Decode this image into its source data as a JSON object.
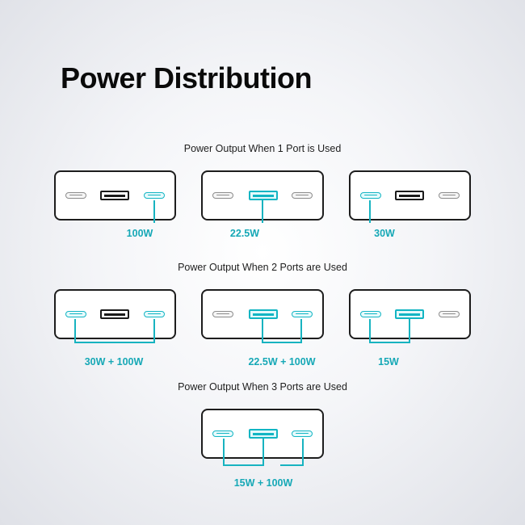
{
  "title": "Power Distribution",
  "colors": {
    "accent": "#16a8b6",
    "outline": "#1d1d1d",
    "inactive_port": "#8c8c8c"
  },
  "sections": [
    {
      "heading": "Power Output When 1 Port is Used",
      "configs": [
        {
          "ports": [
            "usb-c",
            "usb-a",
            "usb-c"
          ],
          "active": [
            false,
            false,
            true
          ],
          "label": "100W"
        },
        {
          "ports": [
            "usb-c",
            "usb-a",
            "usb-c"
          ],
          "active": [
            false,
            true,
            false
          ],
          "label": "22.5W"
        },
        {
          "ports": [
            "usb-c",
            "usb-a",
            "usb-c"
          ],
          "active": [
            true,
            false,
            false
          ],
          "label": "30W"
        }
      ]
    },
    {
      "heading": "Power Output When 2 Ports are Used",
      "configs": [
        {
          "ports": [
            "usb-c",
            "usb-a",
            "usb-c"
          ],
          "active": [
            true,
            false,
            true
          ],
          "label": "30W + 100W"
        },
        {
          "ports": [
            "usb-c",
            "usb-a",
            "usb-c"
          ],
          "active": [
            false,
            true,
            true
          ],
          "label": "22.5W + 100W"
        },
        {
          "ports": [
            "usb-c",
            "usb-a",
            "usb-c"
          ],
          "active": [
            true,
            true,
            false
          ],
          "label": "15W"
        }
      ]
    },
    {
      "heading": "Power Output When 3 Ports are Used",
      "configs": [
        {
          "ports": [
            "usb-c",
            "usb-a",
            "usb-c"
          ],
          "active": [
            true,
            true,
            true
          ],
          "label": "15W + 100W"
        }
      ]
    }
  ]
}
